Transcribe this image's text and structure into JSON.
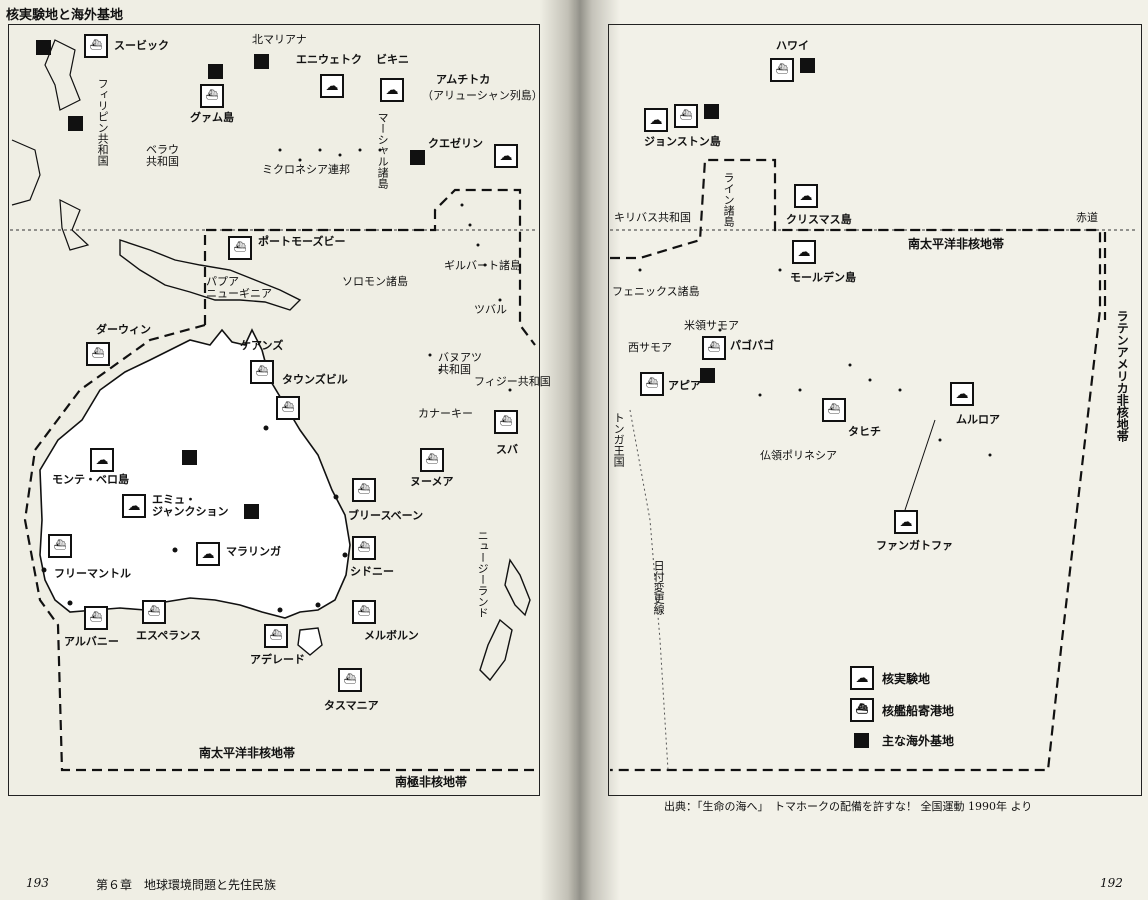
{
  "title": "核実験地と海外基地",
  "equator_label": "赤道",
  "zones": {
    "spnfz_left": "南太平洋非核地帯",
    "spnfz_right": "南太平洋非核地帯",
    "antarctic": "南極非核地帯",
    "latin_america": "ラテンアメリカ非核地帯"
  },
  "places": {
    "subic": "スービック",
    "philippines": "フィリピン共和国",
    "guam": "グァム島",
    "n_mariana": "北マリアナ",
    "palau": "ベラウ\n共和国",
    "micronesia": "ミクロネシア連邦",
    "enewetak": "エニウェトク",
    "bikini": "ビキニ",
    "amchitka": "アムチトカ",
    "aleutian": "（アリューシャン列島）",
    "marshall": "マーシャル諸島",
    "kwajalein": "クエゼリン",
    "port_moresby": "ポートモーズビー",
    "png": "パプア\nニューギニア",
    "solomon": "ソロモン諸島",
    "gilbert": "ギルバート諸島",
    "tuvalu": "ツバル",
    "darwin": "ダーウィン",
    "cairns": "ケアンズ",
    "townsville": "タウンズビル",
    "vanuatu": "バヌアツ\n共和国",
    "fiji": "フィジー共和国",
    "new_caledonia": "カナーキー",
    "suva": "スバ",
    "noumea": "ヌーメア",
    "monte_bello": "モンテ・ベロ島",
    "emu": "エミュ・\nジャンクション",
    "maralinga": "マラリンガ",
    "brisbane": "ブリースベーン",
    "sydney": "シドニー",
    "fremantle": "フリーマントル",
    "albany": "アルバニー",
    "esperance": "エスペランス",
    "adelaide": "アデレード",
    "melbourne": "メルボルン",
    "new_zealand": "ニュージーランド",
    "tasmania": "タスマニア",
    "hawaii": "ハワイ",
    "johnston": "ジョンストン島",
    "line_islands": "ライン諸島",
    "kiribati": "キリバス共和国",
    "christmas": "クリスマス島",
    "malden": "モールデン島",
    "phoenix": "フェニックス諸島",
    "w_samoa": "西サモア",
    "am_samoa": "米領サモア",
    "pago_pago": "パゴパゴ",
    "apia": "アピア",
    "tonga": "トンガ王国",
    "tahiti": "タヒチ",
    "fr_polynesia": "仏領ポリネシア",
    "mururoa": "ムルロア",
    "fangataufa": "ファンガトファ",
    "dateline": "日付変更線"
  },
  "legend": [
    {
      "icon": "nuclear-test-icon",
      "label": "核実験地"
    },
    {
      "icon": "warship-icon",
      "label": "核艦船寄港地"
    },
    {
      "icon": "base-square-icon",
      "label": "主な海外基地"
    }
  ],
  "source": "出典：「生命の海へ」　トマホークの配備を許すな！ 全国運動 1990年 より",
  "footer": {
    "left_page": "193",
    "chapter": "第６章　地球環境問題と先住民族",
    "right_page": "192"
  }
}
